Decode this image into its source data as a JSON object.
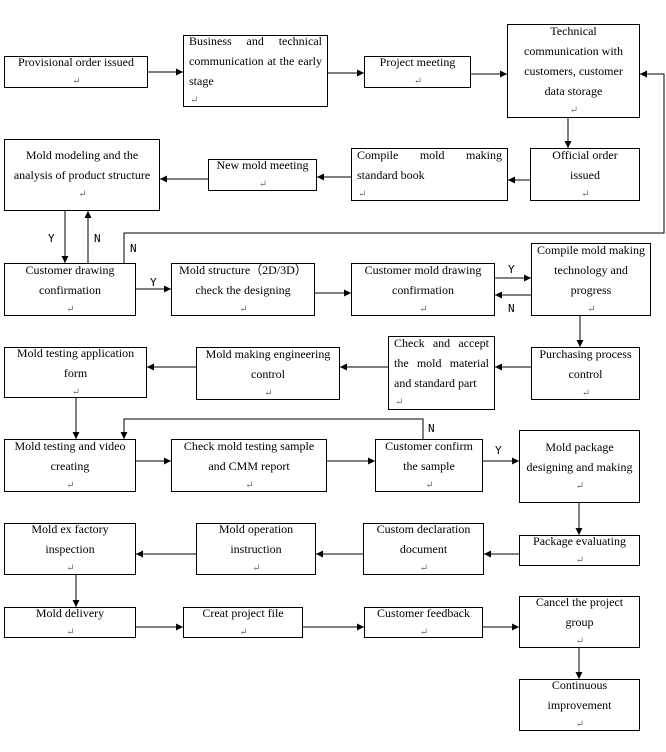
{
  "return_mark": "↵",
  "boxes": {
    "provisional_order": "Provisional order issued",
    "business_comm": "Business and technical communication at the early stage",
    "project_meeting": "Project meeting",
    "technical_comm": "Technical communication with customers, customer data storage",
    "official_order": "Official order issued",
    "compile_standard": "Compile mold making standard book",
    "new_mold_meeting": "New mold meeting",
    "mold_modeling": "Mold modeling and the analysis of product structure",
    "drawing_confirm": "Customer drawing confirmation",
    "mold_structure": "Mold structure（2D/3D） check the designing",
    "mold_drawing_confirm": "Customer mold drawing confirmation",
    "compile_technology": "Compile mold making technology and progress",
    "purchasing": "Purchasing process control",
    "check_material": "Check and accept the mold material and standard part",
    "engineering_control": "Mold making engineering control",
    "testing_application": "Mold testing application form",
    "testing_video": "Mold testing and video creating",
    "check_sample": "Check mold testing sample and CMM report",
    "confirm_sample": "Customer confirm the sample",
    "package_design": "Mold package designing and making",
    "package_eval": "Package evaluating",
    "custom_declaration": "Custom declaration document",
    "operation_instruction": "Mold operation instruction",
    "factory_inspection": "Mold ex factory inspection",
    "delivery": "Mold delivery",
    "project_file": "Creat project file",
    "customer_feedback": "Customer feedback",
    "cancel_group": "Cancel the project group",
    "continuous": "Continuous improvement"
  },
  "labels": {
    "y_modeling": "Y",
    "n_modeling": "N",
    "n_drawing_loop": "N",
    "y_structure": "Y",
    "y_technology": "Y",
    "n_technology": "N",
    "n_sample_loop": "N",
    "y_package": "Y"
  }
}
